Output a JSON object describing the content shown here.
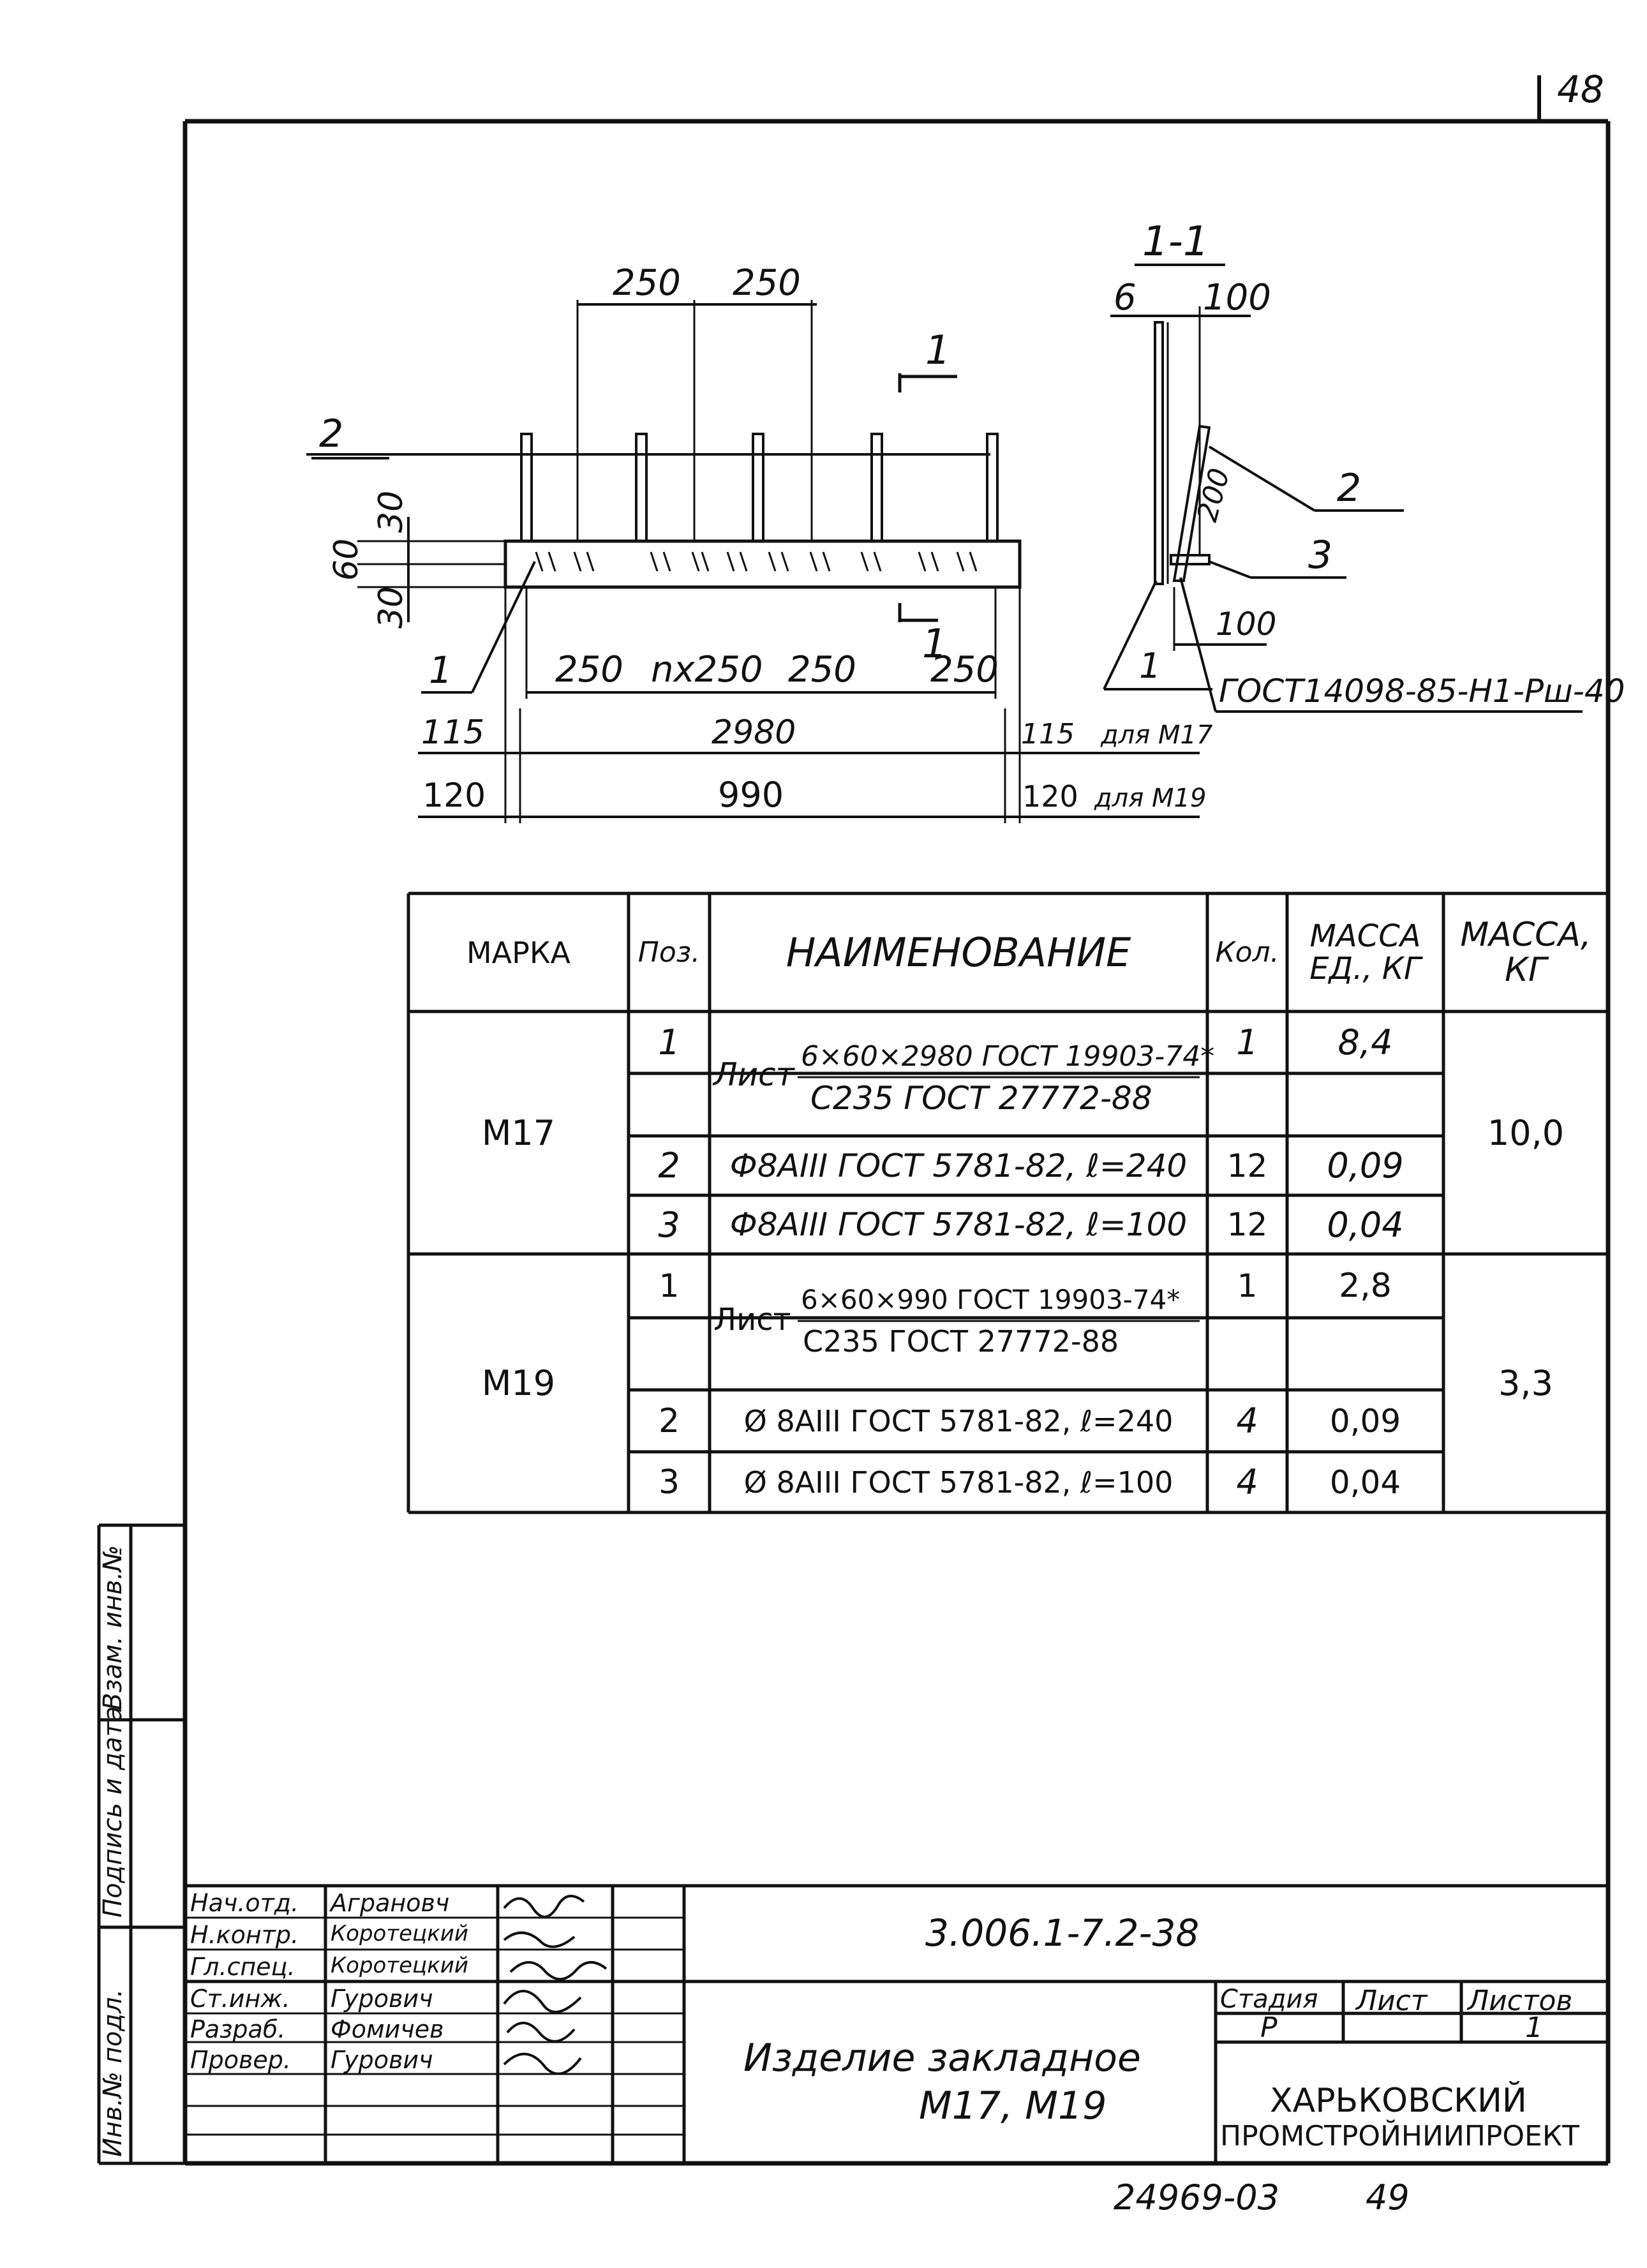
{
  "sheet_corner_number": "48",
  "drawing": {
    "top_dims": [
      "250",
      "250"
    ],
    "callout_2": "2",
    "callout_1_bottom": "1",
    "section_mark_top": "1",
    "section_mark_bottom": "1",
    "dim_30_top": "30",
    "dim_60": "60",
    "dim_30_bottom": "30",
    "spacing_row": [
      "250",
      "nx250",
      "250",
      "250"
    ],
    "row_m17": {
      "left": "115",
      "mid": "2980",
      "right": "115",
      "note": "для М17"
    },
    "row_m19": {
      "left": "120",
      "mid": "990",
      "right": "120",
      "note": "для М19"
    },
    "section_title": "1-1",
    "section_dim_6": "6",
    "section_dim_100_top": "100",
    "section_dim_200": "200",
    "section_dim_100_bottom": "100",
    "section_callout_2": "2",
    "section_callout_3": "3",
    "section_callout_1": "1",
    "weld_gost": "ГОСТ14098-85-Н1-Рш-40"
  },
  "spec_table": {
    "headers": {
      "mark": "МАРКА",
      "pos": "Поз.",
      "name": "НАИМЕНОВАНИЕ",
      "qty": "Кол.",
      "unit_mass": "МАССА ЕД., КГ",
      "mass": "МАССА, КГ"
    },
    "groups": [
      {
        "mark": "М17",
        "mass": "10,0",
        "rows": [
          {
            "pos": "1",
            "name_prefix": "Лист",
            "name_top": "6×60×2980 ГОСТ 19903-74*",
            "name_bottom": "С235 ГОСТ 27772-88",
            "qty": "1",
            "unit_mass": "8,4"
          },
          {
            "pos": "2",
            "name": "Ф8АIII ГОСТ 5781-82, ℓ=240",
            "qty": "12",
            "unit_mass": "0,09"
          },
          {
            "pos": "3",
            "name": "Ф8АIII ГОСТ 5781-82, ℓ=100",
            "qty": "12",
            "unit_mass": "0,04"
          }
        ]
      },
      {
        "mark": "М19",
        "mass": "3,3",
        "rows": [
          {
            "pos": "1",
            "name_prefix": "Лист",
            "name_top": "6×60×990 ГОСТ 19903-74*",
            "name_bottom": "С235 ГОСТ 27772-88",
            "qty": "1",
            "unit_mass": "2,8"
          },
          {
            "pos": "2",
            "name": "Ø 8АIII ГОСТ 5781-82, ℓ=240",
            "qty": "4",
            "unit_mass": "0,09"
          },
          {
            "pos": "3",
            "name": "Ø 8АIII ГОСТ 5781-82, ℓ=100",
            "qty": "4",
            "unit_mass": "0,04"
          }
        ]
      }
    ]
  },
  "side_stamp": [
    "Инв.№ подл.",
    "Подпись и дата",
    "Взам. инв.№"
  ],
  "title_block": {
    "staff": [
      {
        "role": "Нач.отд.",
        "name": "Аграновч"
      },
      {
        "role": "Н.контр.",
        "name": "Коротецкий"
      },
      {
        "role": "Гл.спец.",
        "name": "Коротецкий"
      },
      {
        "role": "Ст.инж.",
        "name": "Гурович"
      },
      {
        "role": "Разраб.",
        "name": "Фомичев"
      },
      {
        "role": "Провер.",
        "name": "Гурович"
      }
    ],
    "doc_code": "3.006.1-7.2-38",
    "title_line1": "Изделие закладное",
    "title_line2": "М17, М19",
    "stage_label": "Стадия",
    "sheet_label": "Лист",
    "sheets_label": "Листов",
    "stage_value": "Р",
    "sheets_value": "1",
    "org_line1": "ХАРЬКОВСКИЙ",
    "org_line2": "ПРОМСТРОЙНИИПРОЕКТ"
  },
  "footer_number": "24969-03",
  "footer_page": "49"
}
